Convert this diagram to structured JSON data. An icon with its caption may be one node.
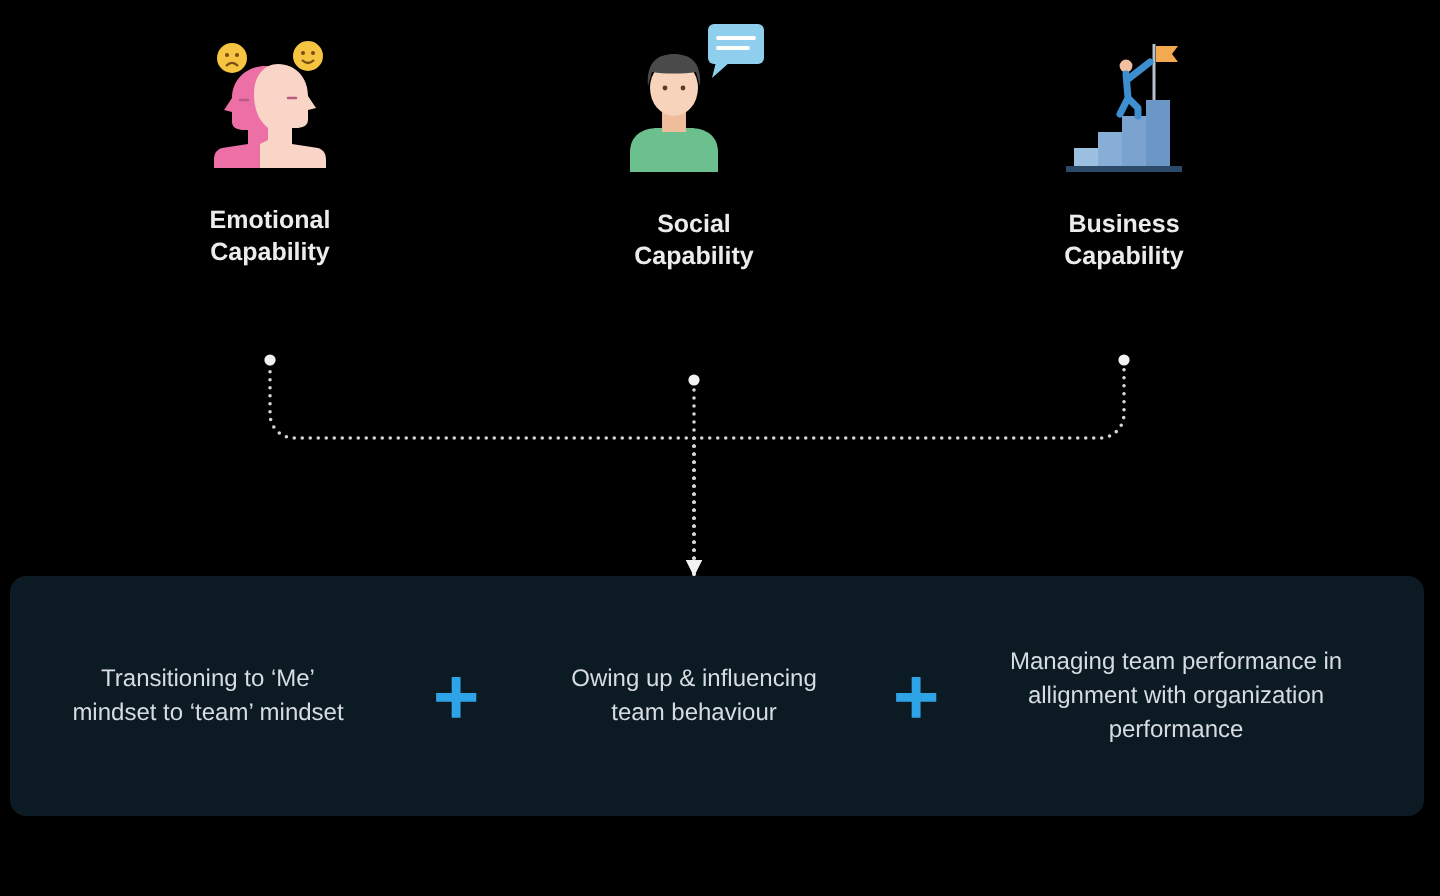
{
  "diagram": {
    "nodes": [
      {
        "text": [
          "Emotional Capability"
        ]
      },
      {
        "text": [
          "Social Capability"
        ]
      },
      {
        "text": [
          "Business Capability"
        ]
      },
      {
        "text": [],
        "shape": "box"
      },
      {
        "text": [
          "Transitioning to ‘Me’ mindset to ‘team’ mindset"
        ],
        "in": 3
      },
      {
        "text": [
          "Owing up & influencing team behaviour"
        ],
        "in": 3
      },
      {
        "text": [
          "Managing team performance in allignment with organization performance"
        ],
        "in": 3
      }
    ],
    "edges": [
      {
        "from": 0,
        "to": 3,
        "arrow": "to",
        "style": "dashed"
      },
      {
        "from": 1,
        "to": 3,
        "arrow": "to",
        "style": "dashed"
      },
      {
        "from": 2,
        "to": 3,
        "arrow": "to",
        "style": "dashed"
      }
    ],
    "labels": [
      "+",
      "+"
    ]
  }
}
